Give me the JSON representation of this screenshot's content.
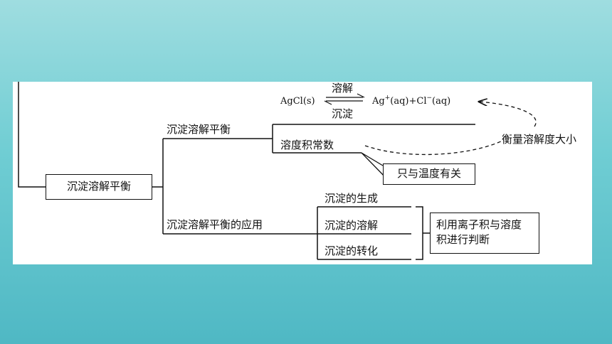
{
  "diagram": {
    "root": "沉淀溶解平衡",
    "branch_equilibrium": "沉淀溶解平衡",
    "equation": {
      "left": "AgCl(s)",
      "forward": "溶解",
      "backward": "沉淀",
      "right_ag": "Ag",
      "right_ag_charge": "+",
      "right_mid": "(aq)+Cl",
      "right_cl_charge": "−",
      "right_end": "(aq)"
    },
    "ksp": "溶度积常数",
    "ksp_note": "只与温度有关",
    "measure_note": "衡量溶解度大小",
    "branch_application": "沉淀溶解平衡的应用",
    "applications": [
      "沉淀的生成",
      "沉淀的溶解",
      "沉淀的转化"
    ],
    "judgment_line1": "利用离子积与溶度",
    "judgment_line2": "积进行判断"
  }
}
